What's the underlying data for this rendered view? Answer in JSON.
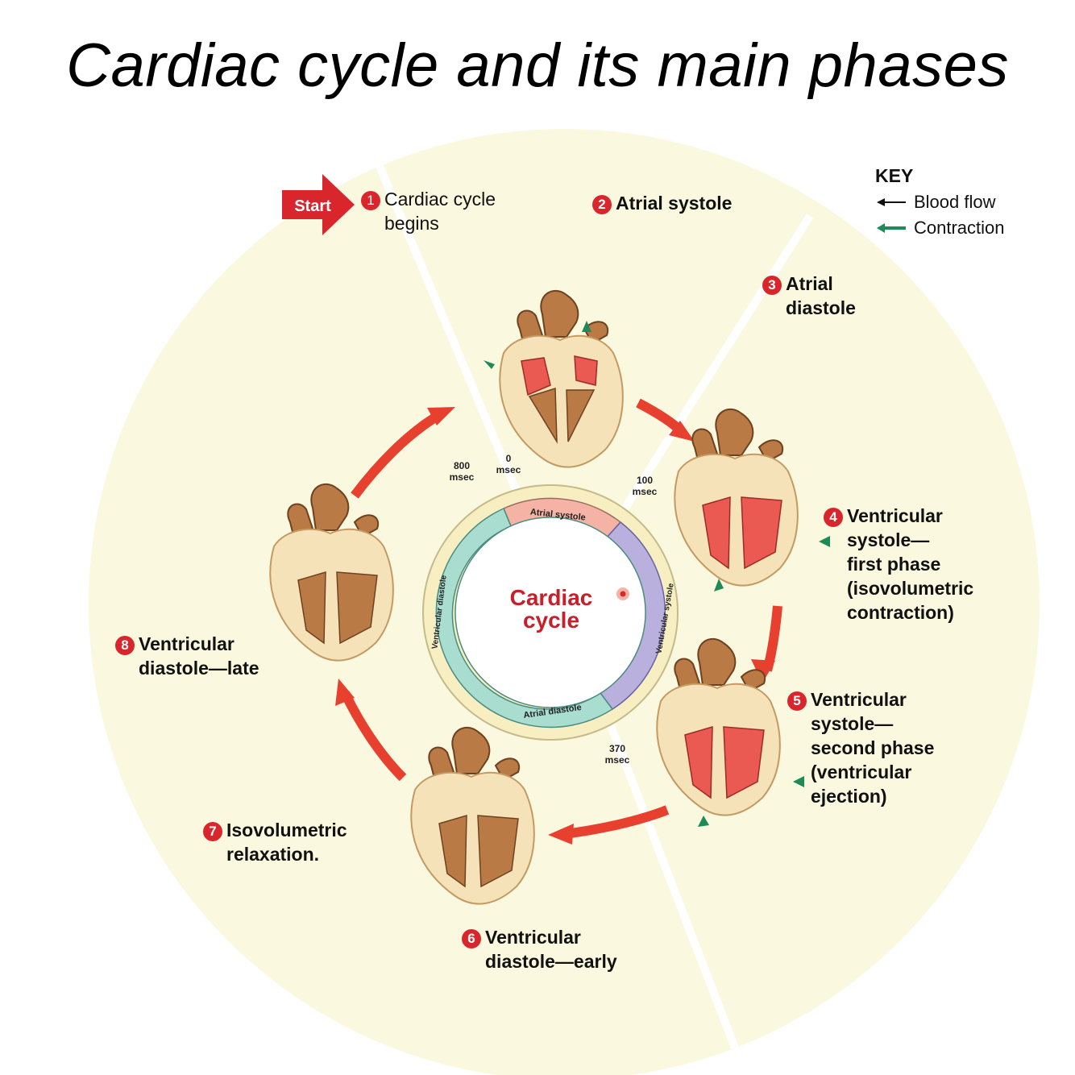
{
  "title": "Cardiac cycle and its main phases",
  "start_label": "Start",
  "phases": [
    {
      "num": "1",
      "label": "Cardiac cycle\nbegins"
    },
    {
      "num": "2",
      "label": "Atrial systole"
    },
    {
      "num": "3",
      "label": "Atrial\ndiastole"
    },
    {
      "num": "4",
      "label": "Ventricular\nsystole—\nfirst phase\n(isovolumetric\ncontraction)"
    },
    {
      "num": "5",
      "label": "Ventricular\nsystole—\nsecond phase\n(ventricular\nejection)"
    },
    {
      "num": "6",
      "label": "Ventricular\ndiastole—early"
    },
    {
      "num": "7",
      "label": "Isovolumetric\nrelaxation."
    },
    {
      "num": "8",
      "label": "Ventricular\ndiastole—late"
    }
  ],
  "key": {
    "title": "KEY",
    "blood_flow": "Blood flow",
    "contraction": "Contraction"
  },
  "cycle_ring": {
    "center_label": "Cardiac\ncycle",
    "atrial_systole": "Atrial systole",
    "ventricular_systole": "Ventricular systole",
    "atrial_diastole": "Atrial diastole",
    "ventricular_diastole": "Ventricular diastole",
    "timings": {
      "t0": "0\nmsec",
      "t100": "100\nmsec",
      "t370": "370\nmsec",
      "t800": "800\nmsec"
    }
  },
  "colors": {
    "background_disc": "#fbf8e0",
    "atrial_systole": "#f4b3a4",
    "ventricular_systole": "#b9b0de",
    "diastole": "#a8ddd0",
    "outer_ring": "#f7efc2",
    "arrow_red": "#e8402f",
    "contraction_green": "#1d8a57",
    "muscle_brown": "#b97a45",
    "contracting_red": "#ea5a52"
  }
}
